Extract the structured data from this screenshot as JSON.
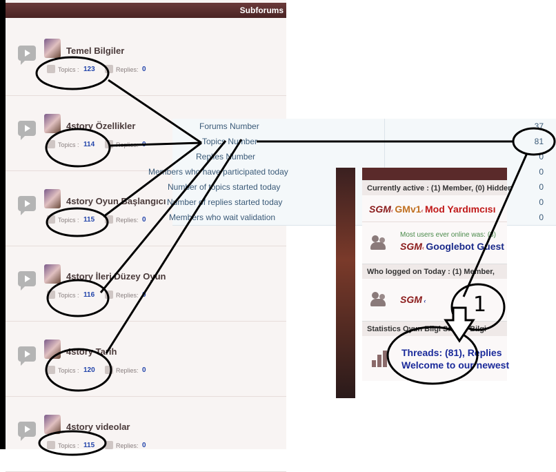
{
  "subforums": {
    "header": "Subforums",
    "topics_label": "Topics :",
    "replies_label": "Replies:",
    "rows": [
      {
        "title": "Temel Bilgiler",
        "topics": "123",
        "replies": "0"
      },
      {
        "title": "4story Özellikler",
        "topics": "114",
        "replies": "0"
      },
      {
        "title": "4story Oyun Başlangıcı",
        "topics": "115",
        "replies": "0"
      },
      {
        "title": "4story İleri Düzey Oyun",
        "topics": "116",
        "replies": "0"
      },
      {
        "title": "4story Tarih",
        "topics": "120",
        "replies": "0"
      },
      {
        "title": "4story videolar",
        "topics": "115",
        "replies": "0"
      }
    ]
  },
  "stats": {
    "rows": [
      {
        "label": "Forums Number",
        "value": "37"
      },
      {
        "label": "Topics Number",
        "value": "81"
      },
      {
        "label": "Replies Number",
        "value": "0"
      },
      {
        "label": "Members who have participated today",
        "value": "0"
      },
      {
        "label": "Number of topics started today",
        "value": "0"
      },
      {
        "label": "Number of replies started today",
        "value": "0"
      },
      {
        "label": "Members who wait validation",
        "value": "0"
      }
    ]
  },
  "online": {
    "currently_active": "Currently active : (1) Member, (0) Hidden",
    "active_users": {
      "u1": "SGM",
      "u2": "GMv1",
      "u3": "Mod Yardımcısı"
    },
    "most_users": "Most users ever online was: (3)",
    "bots": {
      "u1": "SGM",
      "u2": "Googlebot Guest"
    },
    "logged_today": "Who logged on Today : (1) Member,",
    "today_user": "SGM",
    "statistics_header": "Statistics Oyun Bilgi Sistem Bilgi",
    "threads_line": "Threads: (81), Replies",
    "welcome_line": "Welcome to our newest"
  },
  "annotation": {
    "number": "1"
  }
}
